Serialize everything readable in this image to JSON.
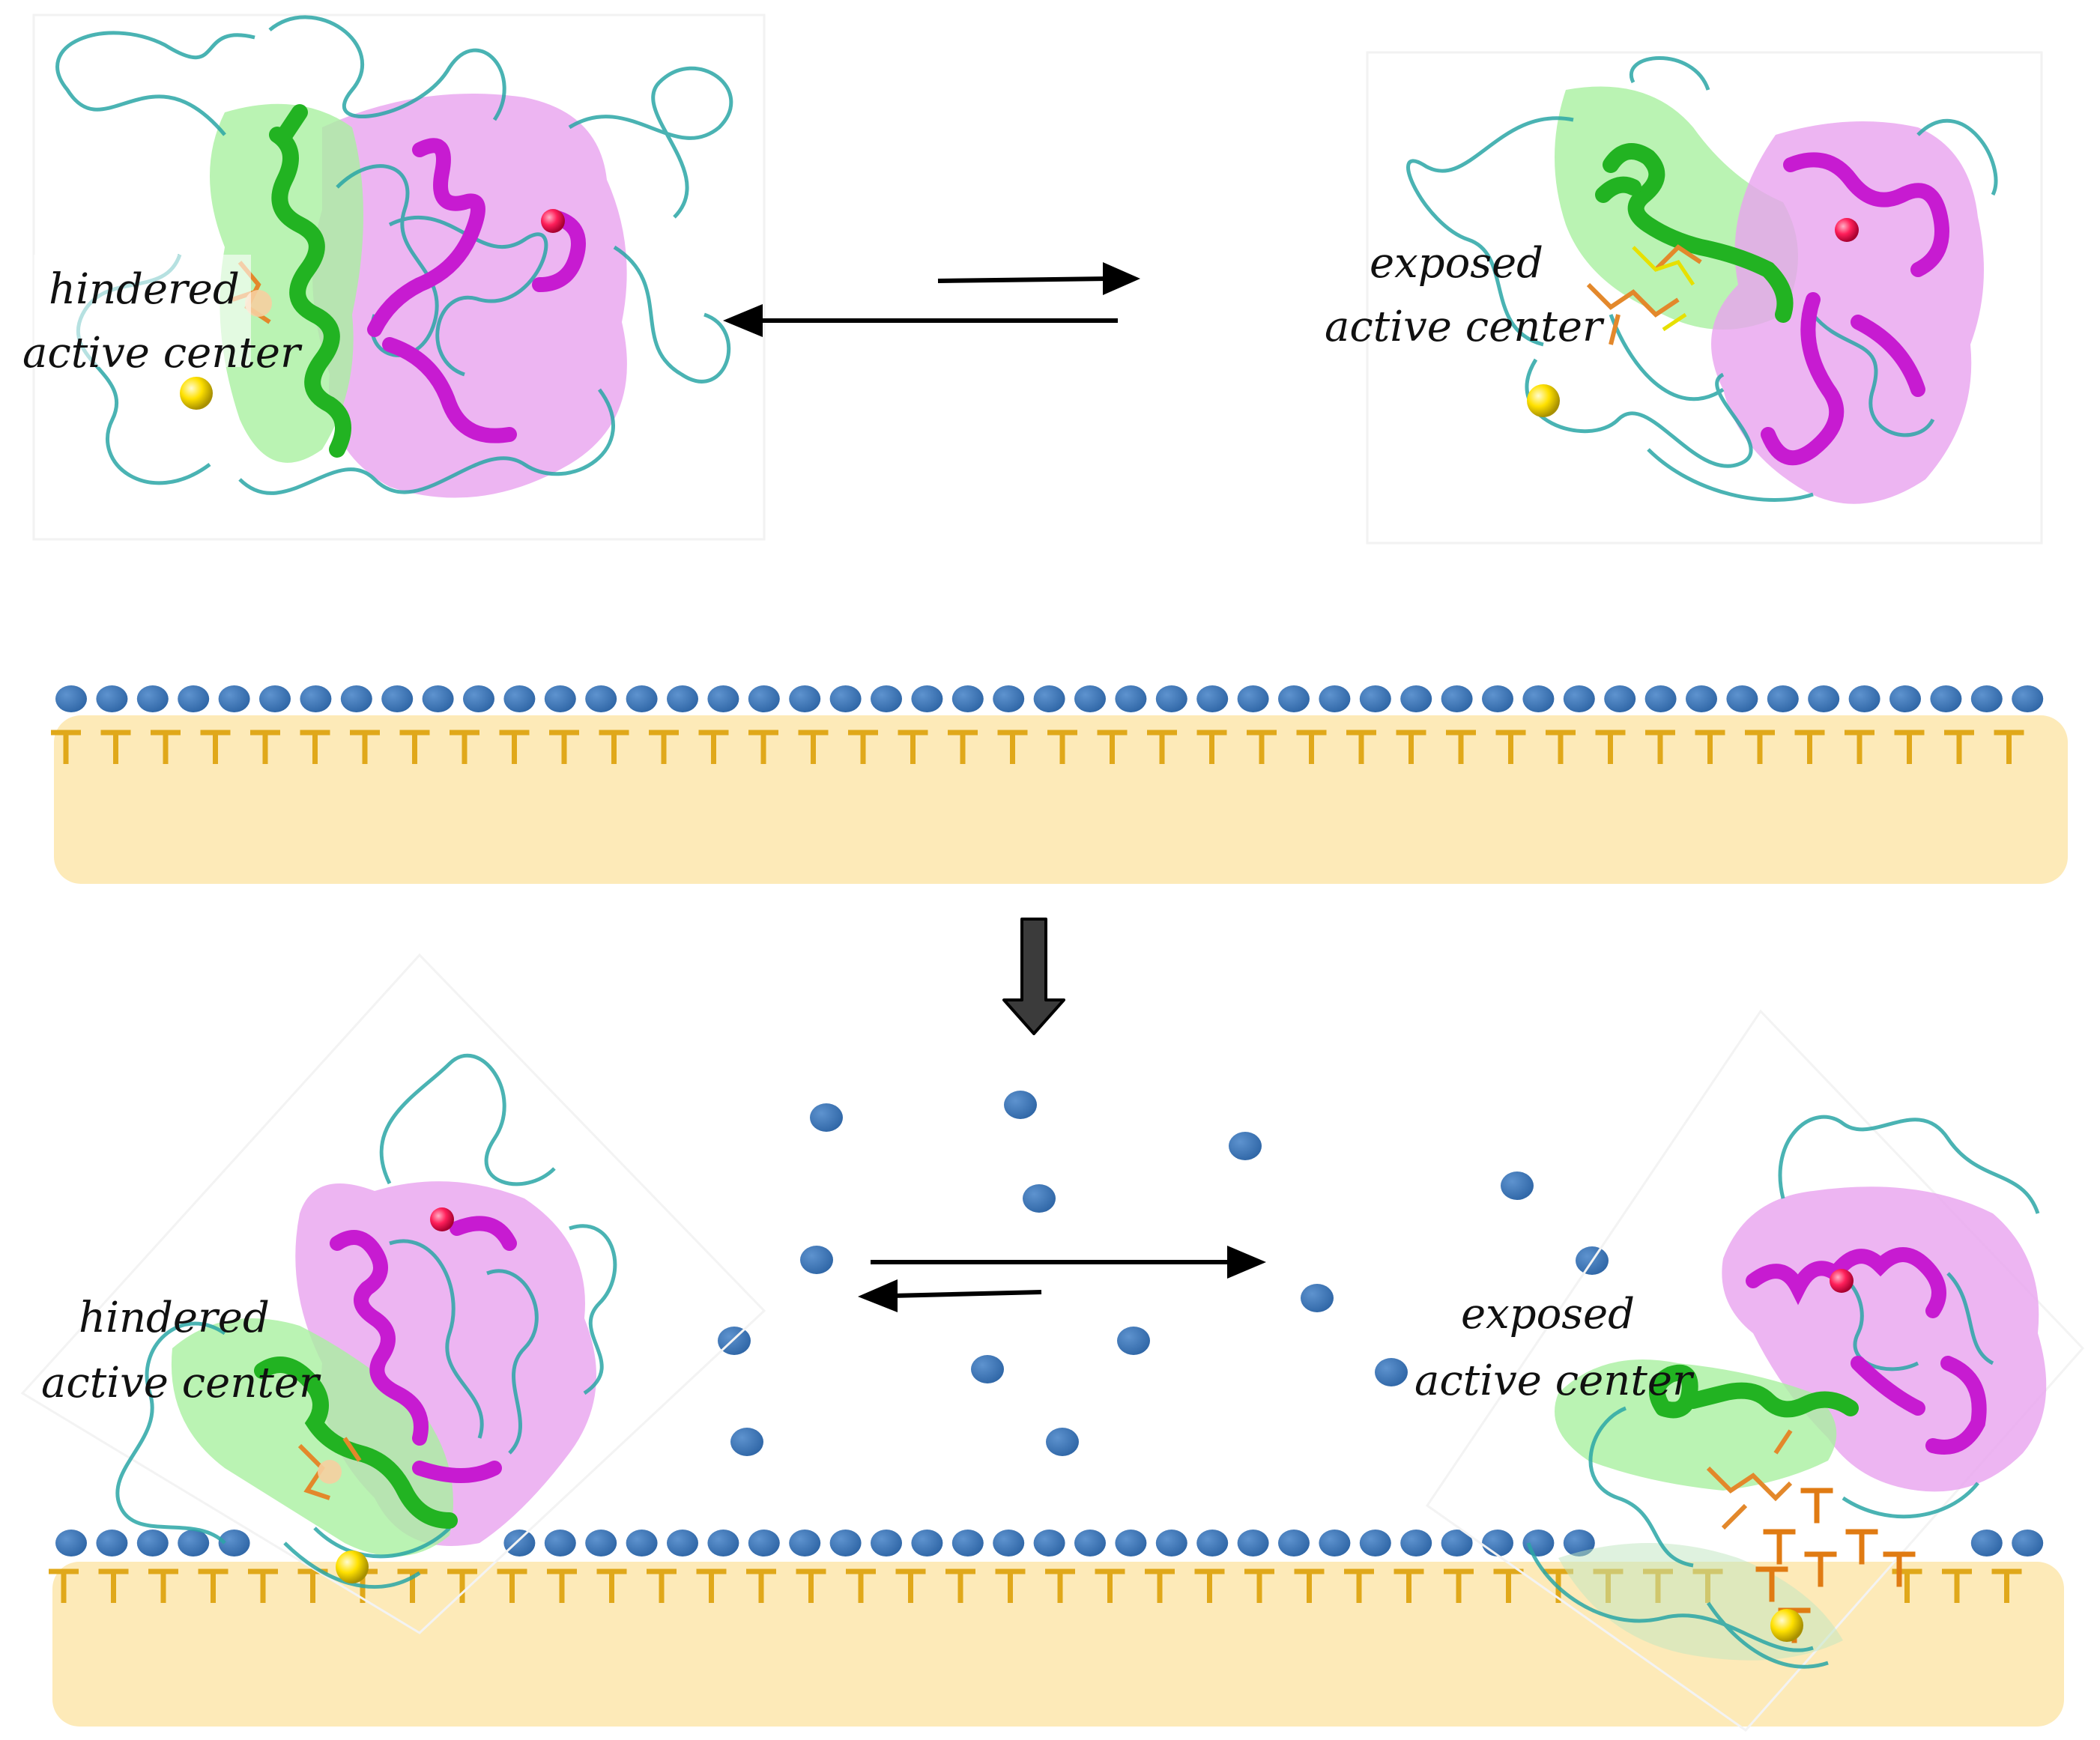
{
  "labels": {
    "top_left_line1": "hindered",
    "top_left_line2": "active center",
    "top_right_line1": "exposed",
    "top_right_line2": "active center",
    "bottom_left_line1": "hindered",
    "bottom_left_line2": "active center",
    "bottom_right_line1": "exposed",
    "bottom_right_line2": "active center"
  },
  "colors": {
    "membrane": "#fdeab8",
    "headgroup": "#3d76b8",
    "lipid_tail": "#e0a81a",
    "helix_lid": "#22b322",
    "lid_surface": "#a9f0a0",
    "core_surface": "#e9a3ef",
    "core_ribbon": "#c71bd1",
    "coil": "#2aa6a6",
    "ion_yellow": "#ffe100",
    "ion_red": "#ff1f5a",
    "ligand": "#e3882b",
    "arrow": "#000000"
  },
  "icons": {
    "down_arrow": "block-down-arrow-icon",
    "equilibrium": "equilibrium-arrows-icon"
  }
}
